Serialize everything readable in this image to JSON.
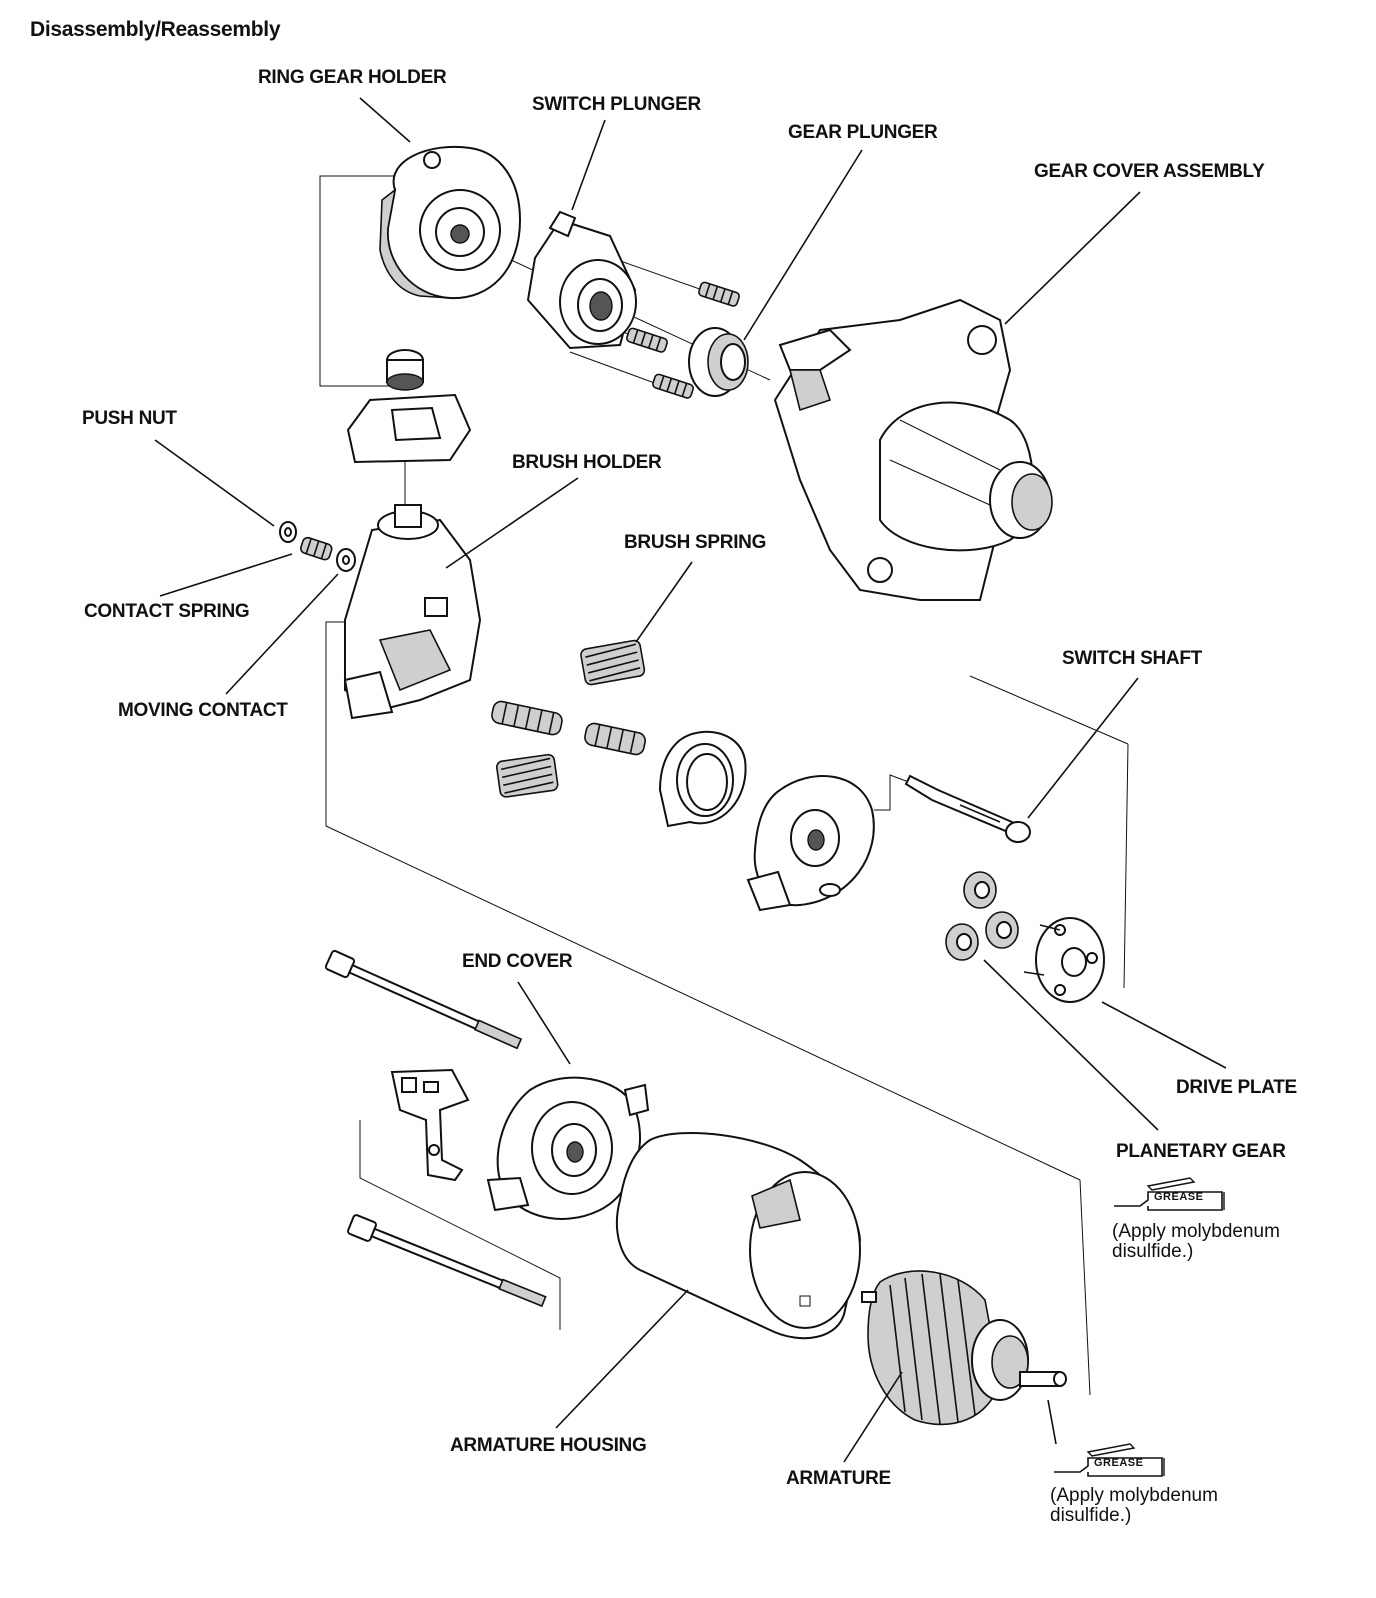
{
  "page": {
    "title": "Disassembly/Reassembly"
  },
  "labels": {
    "ring_gear_holder": "RING GEAR HOLDER",
    "switch_plunger": "SWITCH PLUNGER",
    "gear_plunger": "GEAR PLUNGER",
    "gear_cover_assembly": "GEAR COVER ASSEMBLY",
    "push_nut": "PUSH NUT",
    "brush_holder": "BRUSH HOLDER",
    "brush_spring": "BRUSH SPRING",
    "contact_spring": "CONTACT SPRING",
    "moving_contact": "MOVING CONTACT",
    "switch_shaft": "SWITCH SHAFT",
    "end_cover": "END COVER",
    "drive_plate": "DRIVE PLATE",
    "planetary_gear": "PLANETARY GEAR",
    "armature_housing": "ARMATURE HOUSING",
    "armature": "ARMATURE"
  },
  "grease_notes": [
    {
      "symbol": "GREASE",
      "line1": "(Apply molybdenum",
      "line2": "disulfide.)"
    },
    {
      "symbol": "GREASE",
      "line1": "(Apply molybdenum",
      "line2": "disulfide.)"
    }
  ]
}
